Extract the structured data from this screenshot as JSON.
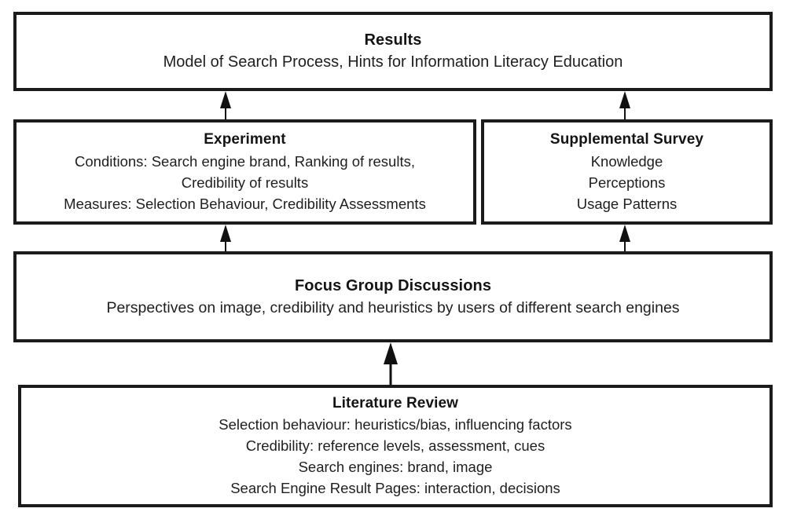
{
  "diagram": {
    "type": "research-design-flow",
    "direction": "bottom-to-top",
    "nodes": {
      "results": {
        "title": "Results",
        "lines": [
          "Model of Search Process, Hints for Information Literacy Education"
        ]
      },
      "experiment": {
        "title": "Experiment",
        "lines": [
          "Conditions: Search engine brand, Ranking of results,",
          "Credibility of results",
          "Measures: Selection Behaviour, Credibility Assessments"
        ]
      },
      "supplemental_survey": {
        "title": "Supplemental Survey",
        "lines": [
          "Knowledge",
          "Perceptions",
          "Usage Patterns"
        ]
      },
      "focus_group": {
        "title": "Focus Group Discussions",
        "lines": [
          "Perspectives on image, credibility and heuristics by users of different search engines"
        ]
      },
      "literature_review": {
        "title": "Literature Review",
        "lines": [
          "Selection behaviour: heuristics/bias, influencing factors",
          "Credibility: reference levels, assessment, cues",
          "Search engines: brand, image",
          "Search Engine Result Pages: interaction, decisions"
        ]
      }
    },
    "edges": [
      {
        "from": "experiment",
        "to": "results",
        "icon": "up-arrow-icon"
      },
      {
        "from": "supplemental_survey",
        "to": "results",
        "icon": "up-arrow-icon"
      },
      {
        "from": "focus_group",
        "to": "experiment",
        "icon": "up-arrow-icon"
      },
      {
        "from": "focus_group",
        "to": "supplemental_survey",
        "icon": "up-arrow-icon"
      },
      {
        "from": "literature_review",
        "to": "focus_group",
        "icon": "up-arrow-icon"
      }
    ],
    "colors": {
      "border": "#1b1b1b",
      "text": "#1a1a1a",
      "background": "#ffffff",
      "arrow": "#111111"
    }
  }
}
